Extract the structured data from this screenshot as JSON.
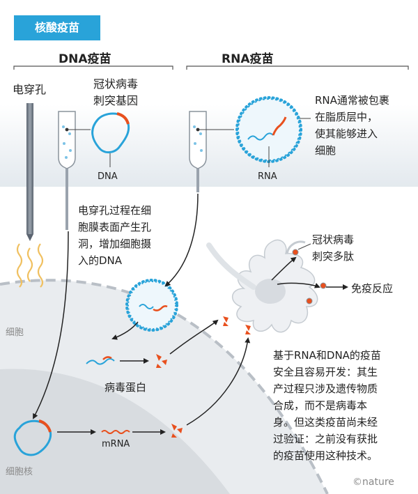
{
  "header": {
    "title": "核酸疫苗"
  },
  "columns": {
    "dna_vaccine": "DNA疫苗",
    "rna_vaccine": "RNA疫苗"
  },
  "labels": {
    "electroporation": "电穿孔",
    "spike_gene_line1": "冠状病毒",
    "spike_gene_line2": "刺突基因",
    "dna": "DNA",
    "rna": "RNA",
    "rna_note": [
      "RNA通常被包裹",
      "在脂质层中，",
      "使其能够进入",
      "细胞"
    ],
    "electro_note": [
      "电穿孔过程在细",
      "胞膜表面产生孔",
      "洞，增加细胞摄",
      "入的DNA"
    ],
    "spike_peptide_line1": "冠状病毒",
    "spike_peptide_line2": "刺突多肽",
    "immune_response": "免疫反应",
    "cell": "细胞",
    "viral_protein": "病毒蛋白",
    "mrna": "mRNA",
    "nucleus": "细胞核",
    "summary": [
      "基于RNA和DNA的疫苗",
      "安全且容易开发：其生",
      "产过程只涉及遗传物质",
      "合成，而不是病毒本",
      "身。但这类疫苗尚未经",
      "过验证：之前没有获批",
      "的疫苗使用这种技术。"
    ],
    "credit": "©nature"
  },
  "colors": {
    "accent_blue": "#29a3d9",
    "spike_orange": "#e8501e",
    "cell_grey": "#e9ecef",
    "nucleus_grey": "#dadde1",
    "wave_yellow": "#f0c060"
  }
}
